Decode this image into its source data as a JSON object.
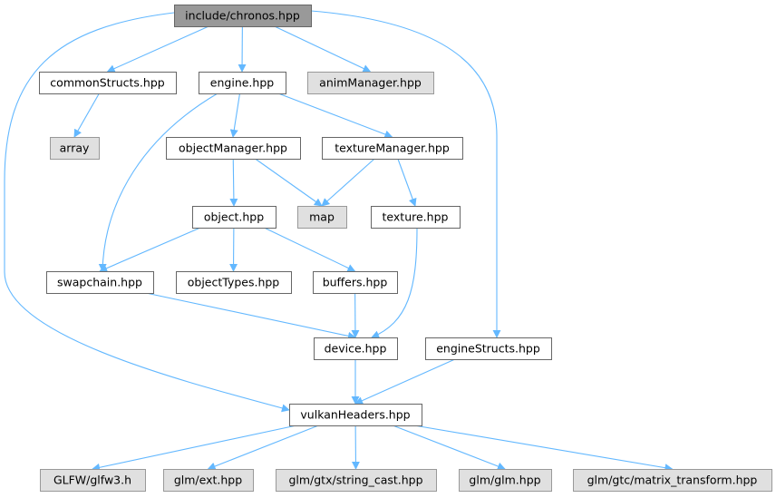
{
  "colors": {
    "edge": "#63b8ff",
    "root_fill": "#999999",
    "root_stroke": "#666666",
    "local_fill": "#ffffff",
    "local_stroke": "#666666",
    "external_fill": "#e0e0e0",
    "external_stroke": "#999999"
  },
  "nodes": [
    {
      "id": "chronos",
      "label": "include/chronos.hpp",
      "kind": "root"
    },
    {
      "id": "commonStructs",
      "label": "commonStructs.hpp",
      "kind": "local"
    },
    {
      "id": "engine",
      "label": "engine.hpp",
      "kind": "local"
    },
    {
      "id": "animManager",
      "label": "animManager.hpp",
      "kind": "external"
    },
    {
      "id": "array",
      "label": "array",
      "kind": "external"
    },
    {
      "id": "objectManager",
      "label": "objectManager.hpp",
      "kind": "local"
    },
    {
      "id": "textureManager",
      "label": "textureManager.hpp",
      "kind": "local"
    },
    {
      "id": "object",
      "label": "object.hpp",
      "kind": "local"
    },
    {
      "id": "map",
      "label": "map",
      "kind": "external"
    },
    {
      "id": "texture",
      "label": "texture.hpp",
      "kind": "local"
    },
    {
      "id": "swapchain",
      "label": "swapchain.hpp",
      "kind": "local"
    },
    {
      "id": "objectTypes",
      "label": "objectTypes.hpp",
      "kind": "local"
    },
    {
      "id": "buffers",
      "label": "buffers.hpp",
      "kind": "local"
    },
    {
      "id": "device",
      "label": "device.hpp",
      "kind": "local"
    },
    {
      "id": "engineStructs",
      "label": "engineStructs.hpp",
      "kind": "local"
    },
    {
      "id": "vulkanHeaders",
      "label": "vulkanHeaders.hpp",
      "kind": "local"
    },
    {
      "id": "glfw",
      "label": "GLFW/glfw3.h",
      "kind": "external"
    },
    {
      "id": "glmext",
      "label": "glm/ext.hpp",
      "kind": "external"
    },
    {
      "id": "glmstring",
      "label": "glm/gtx/string_cast.hpp",
      "kind": "external"
    },
    {
      "id": "glm",
      "label": "glm/glm.hpp",
      "kind": "external"
    },
    {
      "id": "glmmatrix",
      "label": "glm/gtc/matrix_transform.hpp",
      "kind": "external"
    }
  ],
  "edges": [
    {
      "from": "chronos",
      "to": "commonStructs"
    },
    {
      "from": "chronos",
      "to": "engine"
    },
    {
      "from": "chronos",
      "to": "animManager"
    },
    {
      "from": "chronos",
      "to": "engineStructs"
    },
    {
      "from": "chronos",
      "to": "vulkanHeaders"
    },
    {
      "from": "commonStructs",
      "to": "array"
    },
    {
      "from": "engine",
      "to": "objectManager"
    },
    {
      "from": "engine",
      "to": "textureManager"
    },
    {
      "from": "engine",
      "to": "swapchain"
    },
    {
      "from": "objectManager",
      "to": "object"
    },
    {
      "from": "objectManager",
      "to": "map"
    },
    {
      "from": "textureManager",
      "to": "map"
    },
    {
      "from": "textureManager",
      "to": "texture"
    },
    {
      "from": "object",
      "to": "swapchain"
    },
    {
      "from": "object",
      "to": "objectTypes"
    },
    {
      "from": "object",
      "to": "buffers"
    },
    {
      "from": "texture",
      "to": "device"
    },
    {
      "from": "swapchain",
      "to": "device"
    },
    {
      "from": "buffers",
      "to": "device"
    },
    {
      "from": "device",
      "to": "vulkanHeaders"
    },
    {
      "from": "engineStructs",
      "to": "vulkanHeaders"
    },
    {
      "from": "vulkanHeaders",
      "to": "glfw"
    },
    {
      "from": "vulkanHeaders",
      "to": "glmext"
    },
    {
      "from": "vulkanHeaders",
      "to": "glmstring"
    },
    {
      "from": "vulkanHeaders",
      "to": "glm"
    },
    {
      "from": "vulkanHeaders",
      "to": "glmmatrix"
    }
  ]
}
